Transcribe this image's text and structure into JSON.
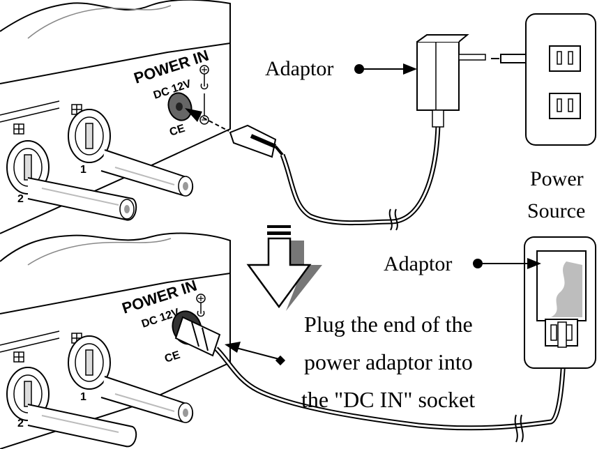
{
  "top": {
    "panel_label": "POWER IN",
    "voltage_prefix": "DC",
    "voltage_value": "12V",
    "ce_mark": "CE",
    "port_numbers": [
      "1",
      "2"
    ],
    "adaptor_label": "Adaptor"
  },
  "power_source": {
    "line1": "Power",
    "line2": "Source"
  },
  "bottom": {
    "panel_label": "POWER IN",
    "voltage_prefix": "DC",
    "voltage_value": "12V",
    "ce_mark": "CE",
    "port_numbers": [
      "1",
      "2"
    ],
    "adaptor_label": "Adaptor",
    "instruction": [
      "Plug the end of the",
      "power adaptor into",
      "the \"DC IN\" socket"
    ]
  },
  "icons": {
    "step_arrow": "down-arrow-icon",
    "bnc_connector": "bnc-connector-icon",
    "wall_outlet": "wall-outlet-icon",
    "power_adaptor": "power-adaptor-icon"
  }
}
